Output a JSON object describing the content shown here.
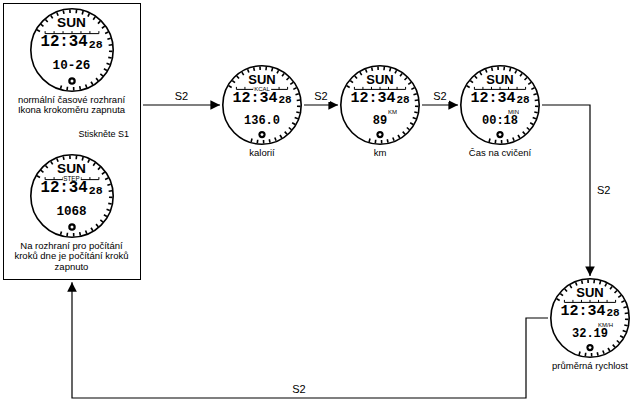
{
  "diagram": {
    "nodes": [
      {
        "text": []
      },
      {
        "text": [
          "SUN",
          "12:34",
          "28",
          "10-26",
          "normální časové rozhraní Ikona krokoměru zapnuta"
        ],
        "in": 0
      },
      {
        "text": [
          "SUN",
          "STEP",
          "12:34",
          "28",
          "1068",
          "Na rozhraní pro počítání kroků dne je počítání kroků zapnuto"
        ],
        "in": 0
      },
      {
        "text": [
          "SUN",
          "KCAL",
          "12:34",
          "28",
          "136.0",
          "kalorií"
        ]
      },
      {
        "text": [
          "SUN",
          "12:34",
          "28",
          "KM",
          "89",
          "km"
        ]
      },
      {
        "text": [
          "SUN",
          "12:34",
          "28",
          "MIN",
          "00:18",
          "Čas na cvičení"
        ]
      },
      {
        "text": [
          "SUN",
          "12:34",
          "28",
          "KM/H",
          "32.19",
          "průměrná rychlost"
        ]
      }
    ],
    "edges": [
      {
        "from": 0,
        "to": 3,
        "label": "S2",
        "arrow": "to"
      },
      {
        "from": 3,
        "to": 4,
        "label": "S2",
        "arrow": "to"
      },
      {
        "from": 4,
        "to": 5,
        "label": "S2",
        "arrow": "to"
      },
      {
        "from": 5,
        "to": 6,
        "label": "S2",
        "arrow": "to"
      },
      {
        "from": 6,
        "to": 0,
        "label": "S2",
        "arrow": "to"
      },
      {
        "from": 1,
        "to": 2,
        "label": "Stiskněte S1",
        "arrow": "both"
      }
    ]
  }
}
